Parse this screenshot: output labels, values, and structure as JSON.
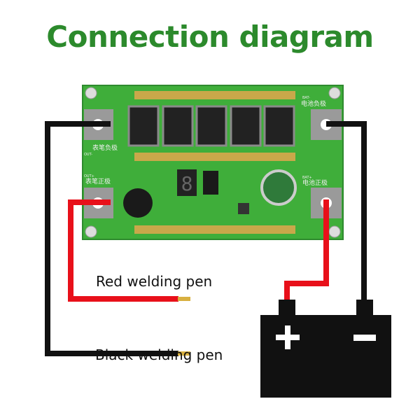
{
  "title": "Connection diagram",
  "labels": {
    "red_pen": "Red welding pen",
    "black_pen": "Black welding pen"
  },
  "board": {
    "out_neg_cn": "表笔负极",
    "out_neg": "OUT-",
    "out_pos_cn": "表笔正极",
    "out_pos": "OUT+",
    "bat_neg_cn": "电池负极",
    "bat_neg": "BAT-",
    "bat_pos_cn": "电池正极",
    "bat_pos": "BAT+",
    "display_digit": "8"
  },
  "battery": {
    "plus": "+",
    "minus": "−"
  },
  "colors": {
    "title": "#2c8a2c",
    "pcb": "#3fae3a",
    "red_wire": "#e8101a",
    "black_wire": "#111111",
    "battery": "#111111"
  }
}
